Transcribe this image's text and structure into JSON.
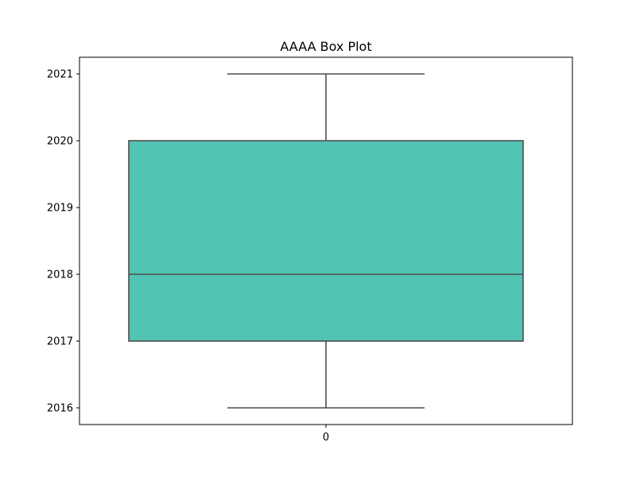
{
  "chart_data": {
    "type": "box",
    "title": "AAAA Box Plot",
    "xlabel": "",
    "ylabel": "",
    "categories": [
      "0"
    ],
    "boxes": [
      {
        "category": "0",
        "whisker_low": 2016,
        "q1": 2017,
        "median": 2018,
        "q3": 2020,
        "whisker_high": 2021
      }
    ],
    "y_ticks": [
      2016,
      2017,
      2018,
      2019,
      2020,
      2021
    ],
    "ylim": [
      2015.75,
      2021.25
    ],
    "grid": false,
    "colors": {
      "box_fill": "#52c4b3",
      "line": "#4d4d4d",
      "axes": "#000000"
    }
  }
}
